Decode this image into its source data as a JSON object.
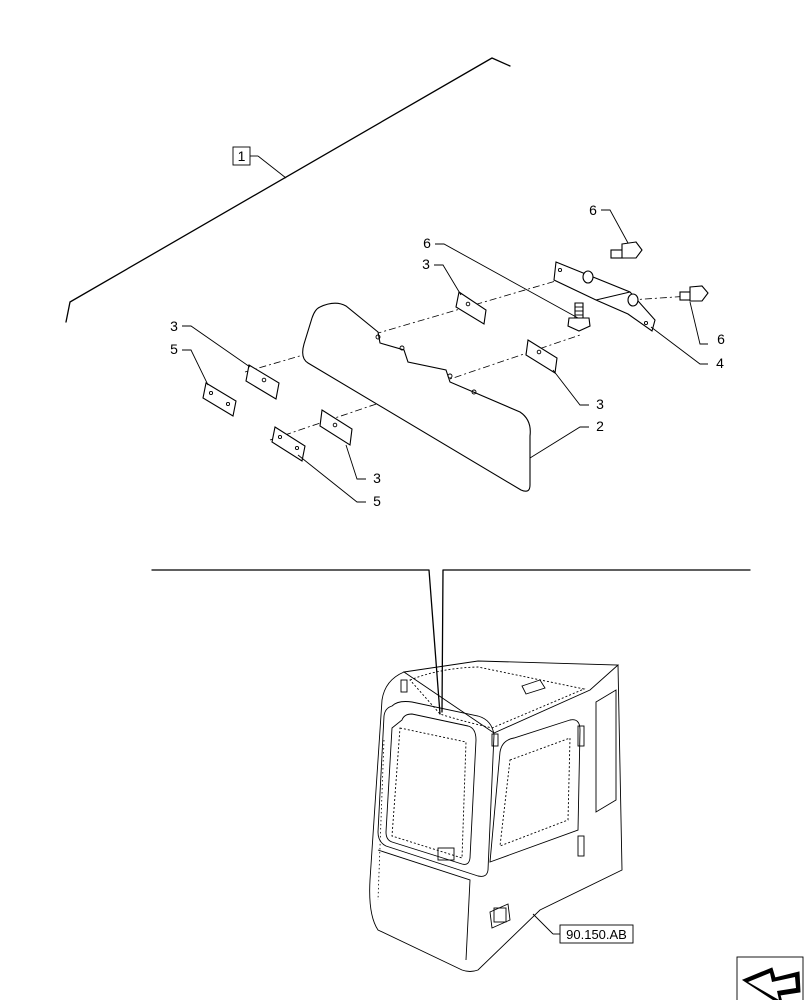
{
  "callouts": {
    "assembly": "1",
    "panel": "2",
    "pad_a": "3",
    "pad_b": "3",
    "pad_c": "3",
    "pad_d": "3",
    "bracket": "4",
    "spacer_a": "5",
    "spacer_b": "5",
    "bolt_a": "6",
    "bolt_b": "6",
    "bolt_c": "6"
  },
  "reference": "90.150.AB",
  "icons": {
    "navigation": "arrow-icon"
  }
}
